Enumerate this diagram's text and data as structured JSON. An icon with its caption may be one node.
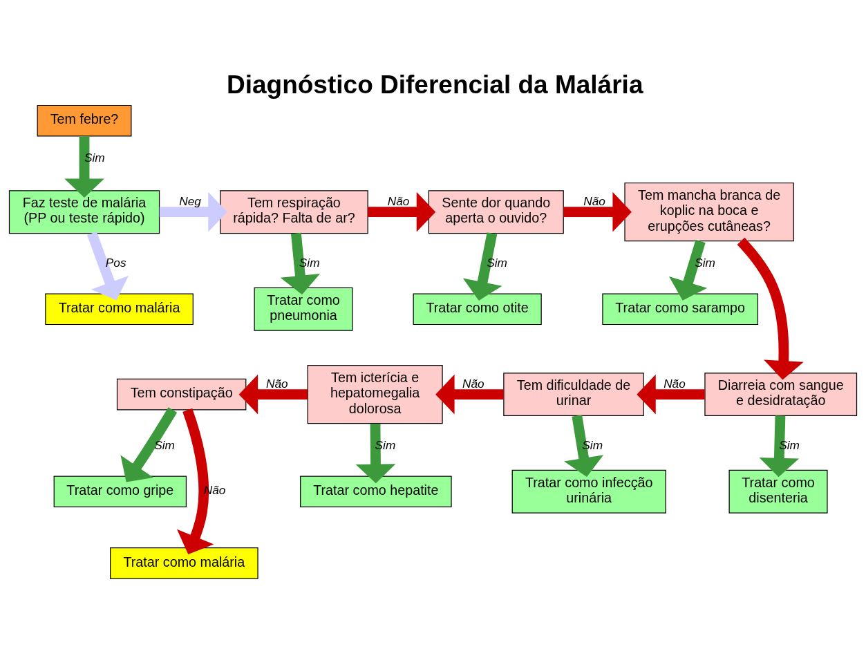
{
  "diagram": {
    "title": "Diagnóstico Diferencial da Malária",
    "nodes": [
      {
        "text": [
          "Tem febre?"
        ]
      },
      {
        "text": [
          "Faz teste de malária (PP ou teste rápido)"
        ]
      },
      {
        "text": [
          "Tratar como malária"
        ]
      },
      {
        "text": [
          "Tem respiração rápida? Falta de ar?"
        ]
      },
      {
        "text": [
          "Tratar como pneumonia"
        ]
      },
      {
        "text": [
          "Sente dor quando aperta o ouvido?"
        ]
      },
      {
        "text": [
          "Tratar como otite"
        ]
      },
      {
        "text": [
          "Tem mancha branca de koplic na boca e erupções cutâneas?"
        ]
      },
      {
        "text": [
          "Tratar como sarampo"
        ]
      },
      {
        "text": [
          "Diarreia com sangue e desidratação"
        ]
      },
      {
        "text": [
          "Tratar como disenteria"
        ]
      },
      {
        "text": [
          "Tem dificuldade de urinar"
        ]
      },
      {
        "text": [
          "Tratar como infecção urinária"
        ]
      },
      {
        "text": [
          "Tem icterícia e hepatomegalia dolorosa"
        ]
      },
      {
        "text": [
          "Tratar como hepatite"
        ]
      },
      {
        "text": [
          "Tem constipação"
        ]
      },
      {
        "text": [
          "Tratar como gripe"
        ]
      },
      {
        "text": [
          "Tratar como malária"
        ]
      }
    ],
    "edges": [
      {
        "from": 0,
        "to": 1,
        "arrow": "to",
        "label": "Sim"
      },
      {
        "from": 1,
        "to": 3,
        "arrow": "to",
        "label": "Neg",
        "color": "#ccccff"
      },
      {
        "from": 1,
        "to": 2,
        "arrow": "to",
        "label": "Pos",
        "color": "#ccccff"
      },
      {
        "from": 3,
        "to": 5,
        "arrow": "to",
        "label": "Não",
        "color": "#cc0000"
      },
      {
        "from": 3,
        "to": 4,
        "arrow": "to",
        "label": "Sim"
      },
      {
        "from": 5,
        "to": 7,
        "arrow": "to",
        "label": "Não",
        "color": "#cc0000"
      },
      {
        "from": 5,
        "to": 6,
        "arrow": "to",
        "label": "Sim"
      },
      {
        "from": 7,
        "to": 8,
        "arrow": "to",
        "label": "Sim"
      },
      {
        "from": 7,
        "to": 9,
        "arrow": "to",
        "color": "#cc0000"
      },
      {
        "from": 9,
        "to": 11,
        "arrow": "to",
        "label": "Não",
        "color": "#cc0000"
      },
      {
        "from": 9,
        "to": 10,
        "arrow": "to",
        "label": "Sim"
      },
      {
        "from": 11,
        "to": 13,
        "arrow": "to",
        "label": "Não",
        "color": "#cc0000"
      },
      {
        "from": 11,
        "to": 12,
        "arrow": "to",
        "label": "Sim"
      },
      {
        "from": 13,
        "to": 15,
        "arrow": "to",
        "label": "Não",
        "color": "#cc0000"
      },
      {
        "from": 13,
        "to": 14,
        "arrow": "to",
        "label": "Sim"
      },
      {
        "from": 15,
        "to": 16,
        "arrow": "to",
        "label": "Sim"
      },
      {
        "from": 15,
        "to": 17,
        "arrow": "to",
        "label": "Não",
        "color": "#cc0000"
      }
    ]
  }
}
